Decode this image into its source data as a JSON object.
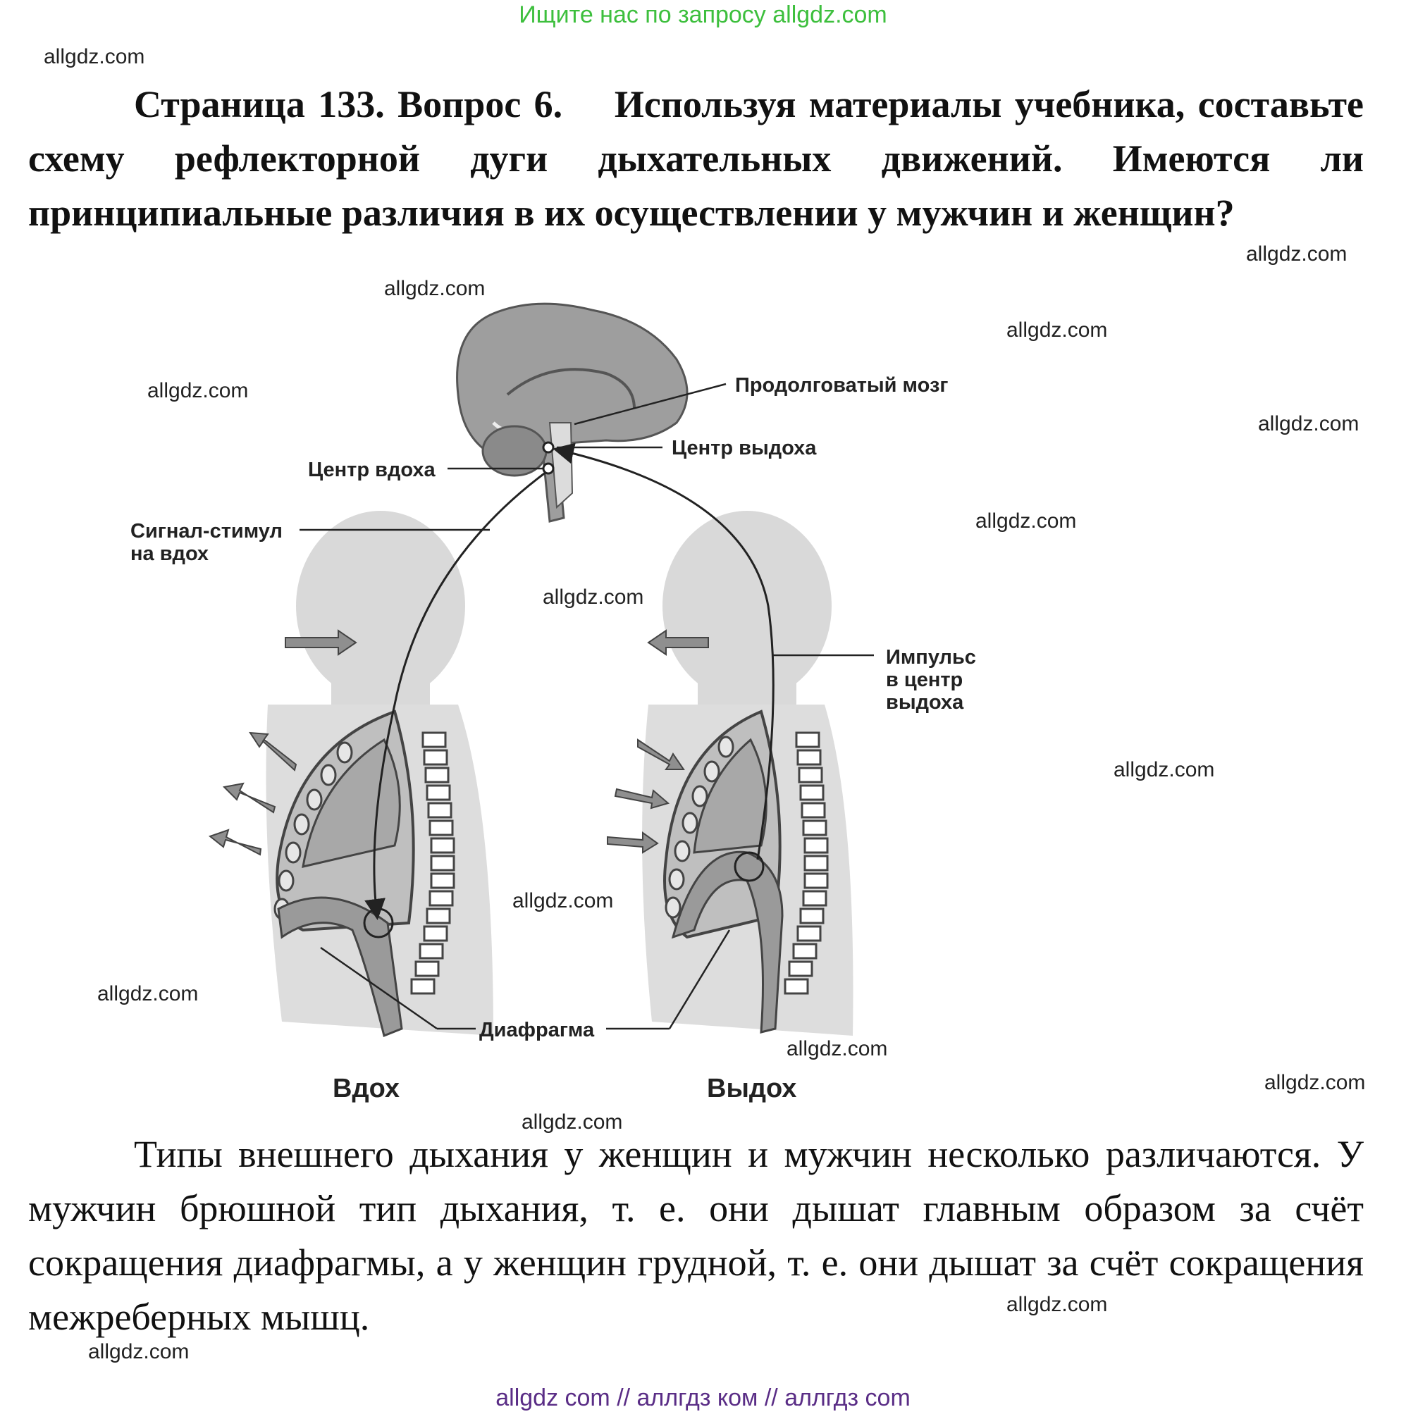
{
  "banner": "Ищите нас по запросу allgdz.com",
  "watermark": "allgdz.com",
  "question": {
    "title": "Страница 133. Вопрос 6.",
    "text": "Используя материалы учебника, составьте схему рефлекторной дуги дыхательных движений. Имеются ли принципиальные различия в их осуществлении у мужчин и женщин?"
  },
  "diagram": {
    "labels": {
      "medulla": "Продолговатый мозг",
      "exhale_center": "Центр выдоха",
      "inhale_center": "Центр вдоха",
      "signal_line1": "Сигнал-стимул",
      "signal_line2": "на вдох",
      "impulse_line1": "Импульс",
      "impulse_line2": "в центр",
      "impulse_line3": "выдоха",
      "diaphragm": "Диафрагма"
    },
    "captions": {
      "inhale": "Вдох",
      "exhale": "Выдох"
    }
  },
  "answer": {
    "text": "Типы внешнего дыхания у женщин и мужчин несколько различаются. У мужчин брюшной тип дыхания, т. е. они дышат главным образом за счёт сокращения диафрагмы, а у женщин грудной, т. е. они дышат за счёт сокращения межреберных мышц."
  },
  "footer": "allgdz com  //  аллгдз ком  //  аллгдз com"
}
